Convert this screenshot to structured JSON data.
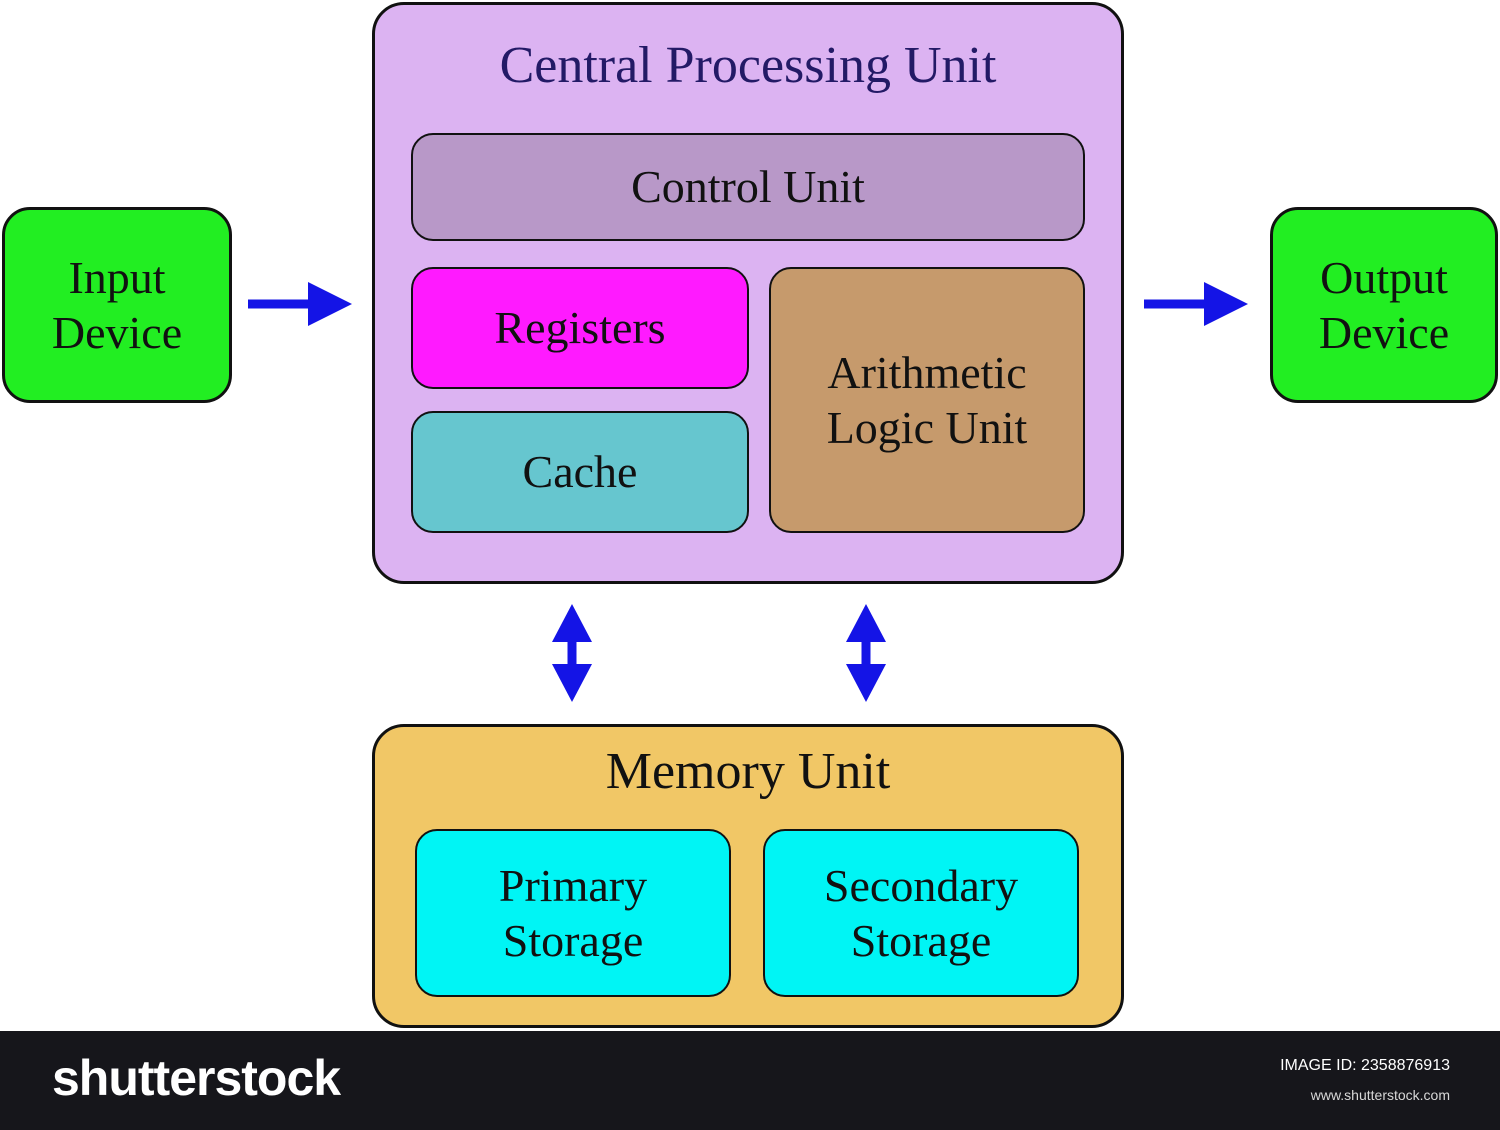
{
  "diagram": {
    "input_device": "Input\nDevice",
    "output_device": "Output\nDevice",
    "cpu": {
      "title": "Central Processing Unit",
      "control_unit": "Control Unit",
      "registers": "Registers",
      "cache": "Cache",
      "alu": "Arithmetic\nLogic Unit"
    },
    "memory": {
      "title": "Memory Unit",
      "primary": "Primary\nStorage",
      "secondary": "Secondary\nStorage"
    }
  },
  "footer": {
    "logo": "shutterstock",
    "image_id": "IMAGE ID: 2358876913",
    "site": "www.shutterstock.com"
  },
  "colors": {
    "cpu": "#dcb3f2",
    "control_unit": "#b898c8",
    "registers": "#ff1aff",
    "cache": "#66c6cf",
    "alu": "#c69a6c",
    "memory": "#f1c766",
    "storage": "#00f5f5",
    "io": "#22ee22",
    "arrow": "#1414e6"
  },
  "icons": [
    "right-arrow-icon",
    "double-vertical-arrow-icon"
  ]
}
